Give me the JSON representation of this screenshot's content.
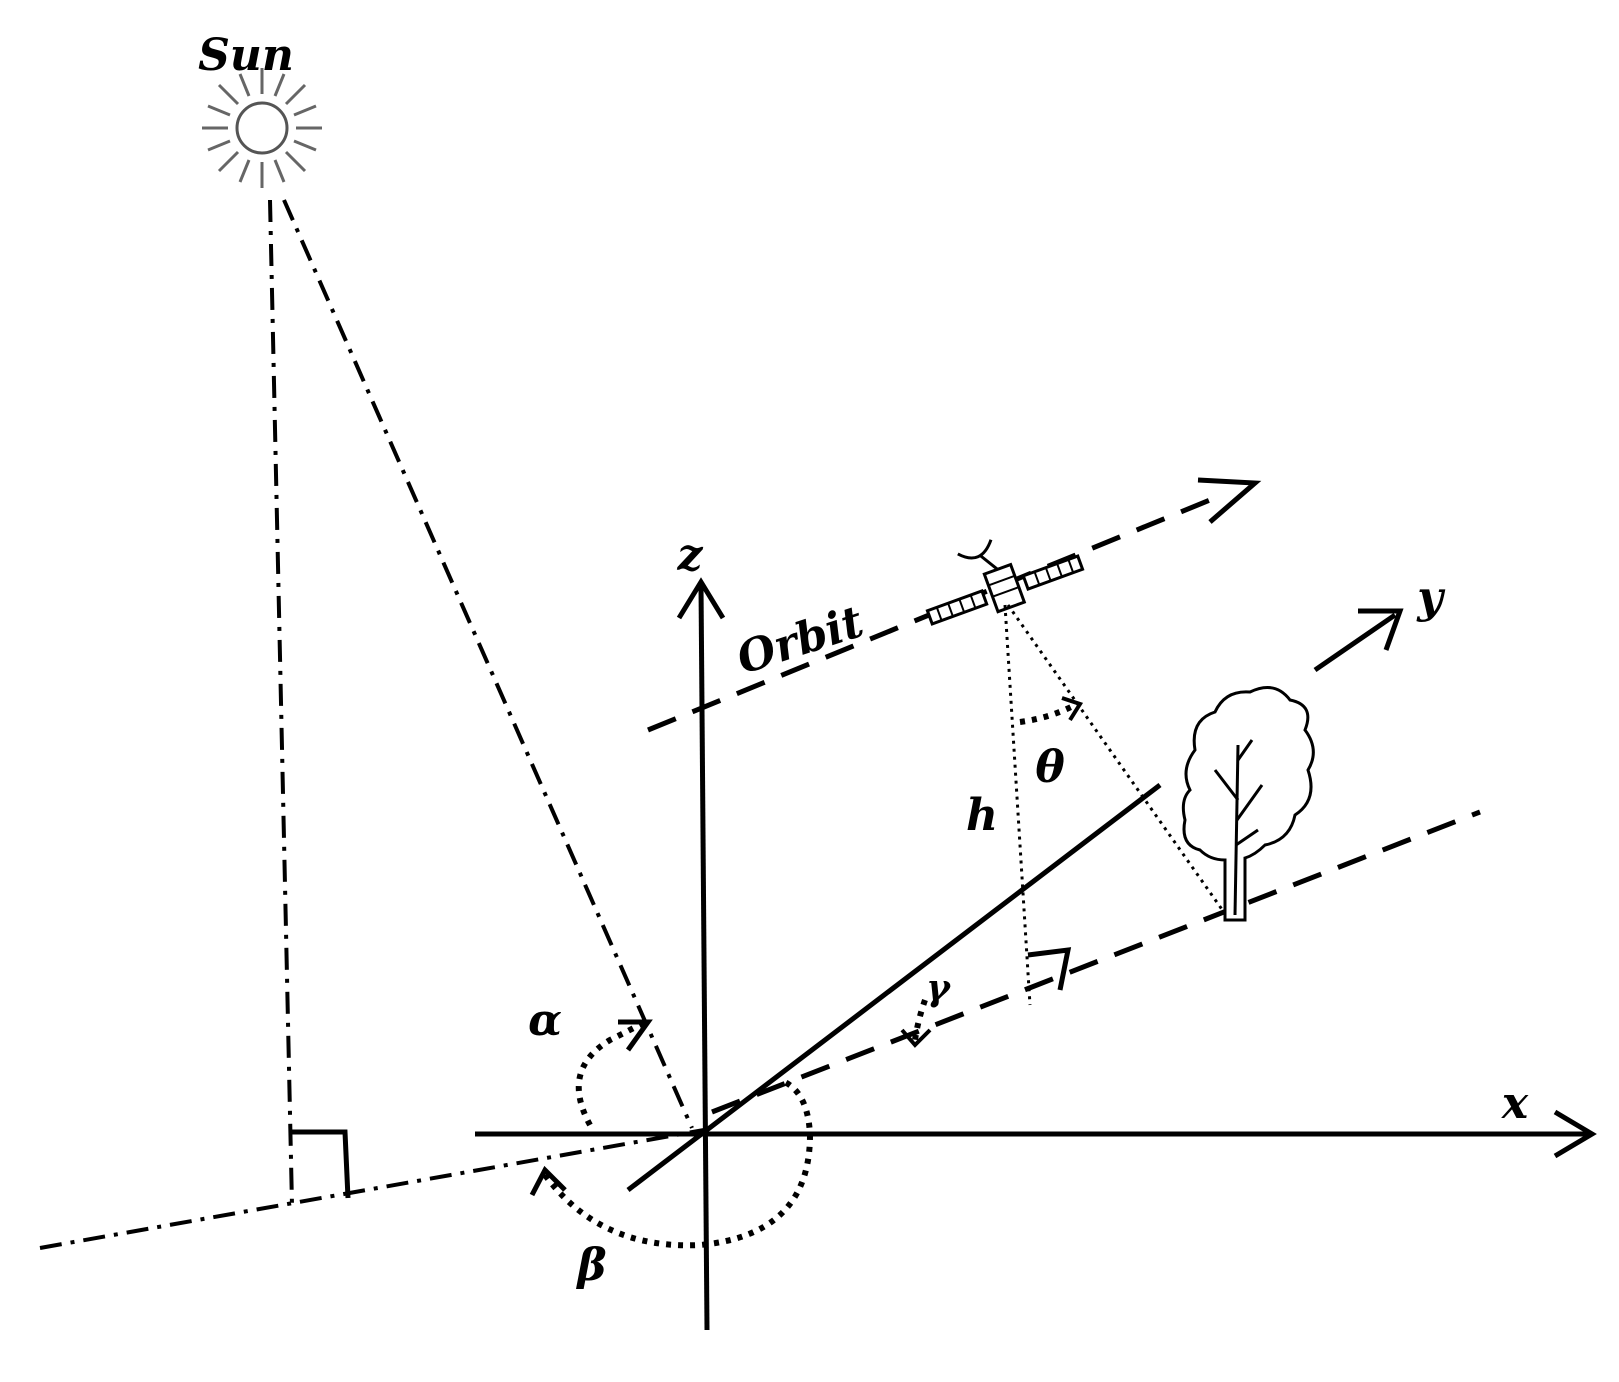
{
  "labels": {
    "sun": "Sun",
    "orbit": "Orbit",
    "x": "x",
    "y": "y",
    "z": "z",
    "h": "h",
    "theta": "θ",
    "alpha": "α",
    "beta": "β",
    "gamma": "γ"
  }
}
